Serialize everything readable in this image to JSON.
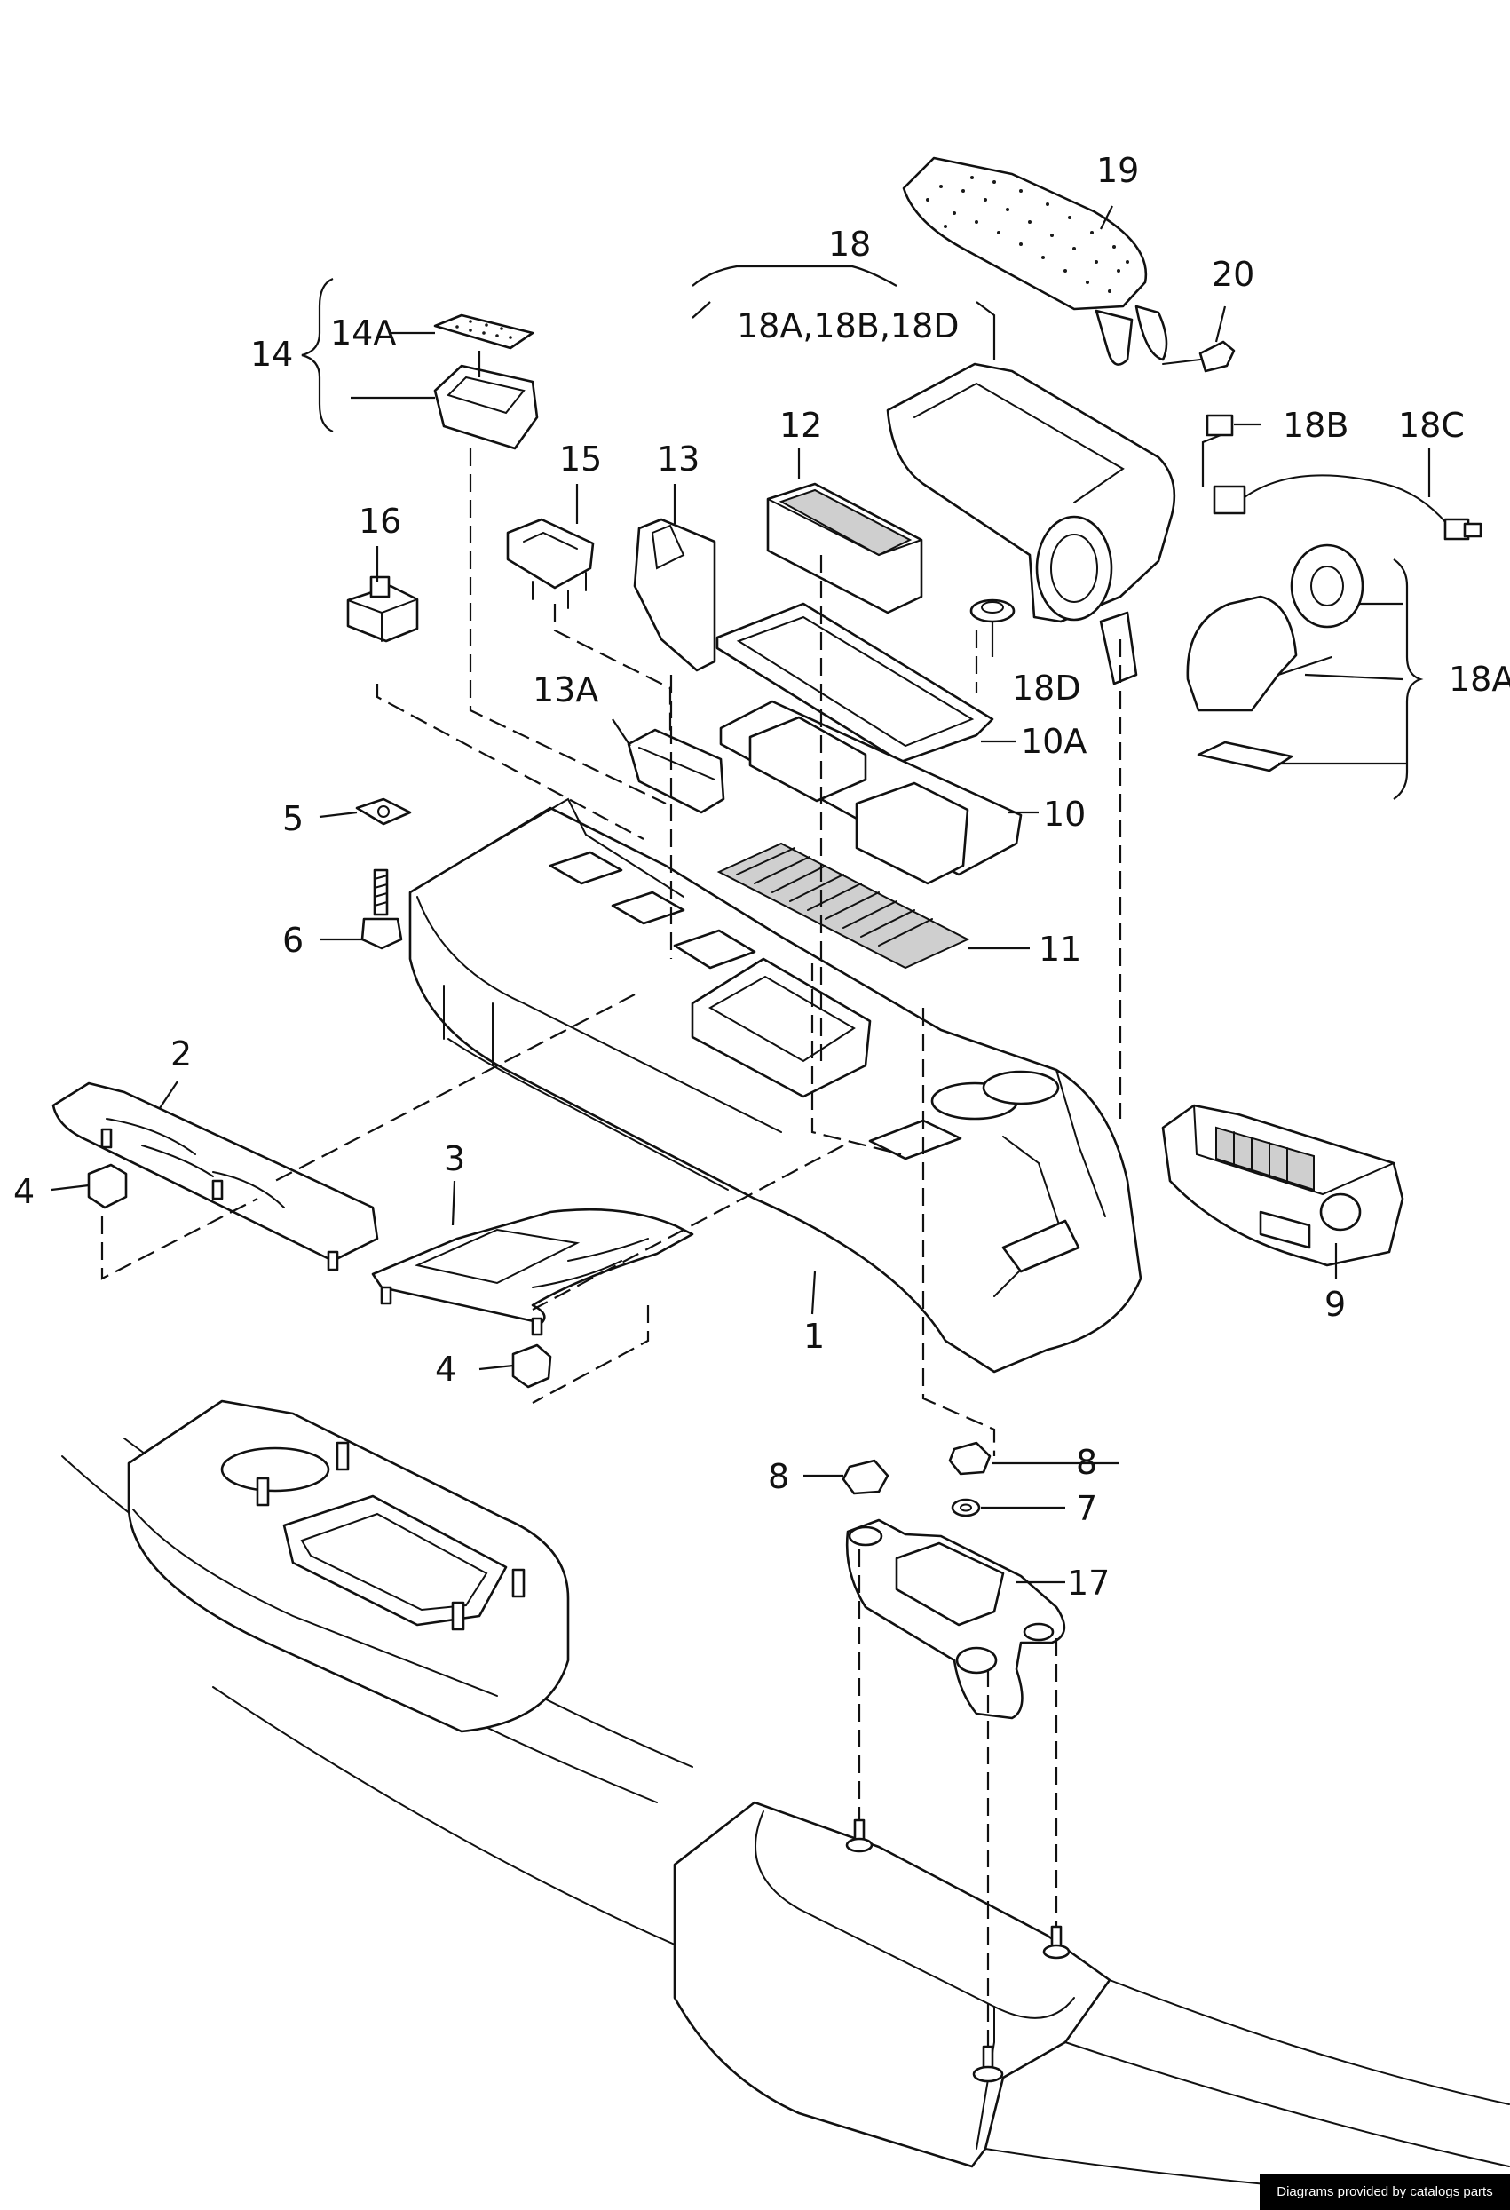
{
  "callouts": [
    {
      "id": "19",
      "text": "19"
    },
    {
      "id": "18",
      "text": "18"
    },
    {
      "id": "18sub",
      "text": "18A,18B,18D"
    },
    {
      "id": "20",
      "text": "20"
    },
    {
      "id": "18B",
      "text": "18B"
    },
    {
      "id": "18C",
      "text": "18C"
    },
    {
      "id": "14",
      "text": "14"
    },
    {
      "id": "14A",
      "text": "14A"
    },
    {
      "id": "12",
      "text": "12"
    },
    {
      "id": "15",
      "text": "15"
    },
    {
      "id": "13",
      "text": "13"
    },
    {
      "id": "16",
      "text": "16"
    },
    {
      "id": "18D",
      "text": "18D"
    },
    {
      "id": "18A",
      "text": "18A"
    },
    {
      "id": "13A",
      "text": "13A"
    },
    {
      "id": "10A",
      "text": "10A"
    },
    {
      "id": "5",
      "text": "5"
    },
    {
      "id": "10",
      "text": "10"
    },
    {
      "id": "6",
      "text": "6"
    },
    {
      "id": "11",
      "text": "11"
    },
    {
      "id": "2",
      "text": "2"
    },
    {
      "id": "3",
      "text": "3"
    },
    {
      "id": "4a",
      "text": "4"
    },
    {
      "id": "9",
      "text": "9"
    },
    {
      "id": "1",
      "text": "1"
    },
    {
      "id": "4b",
      "text": "4"
    },
    {
      "id": "8a",
      "text": "8"
    },
    {
      "id": "8b",
      "text": "8"
    },
    {
      "id": "7",
      "text": "7"
    },
    {
      "id": "17",
      "text": "17"
    }
  ],
  "footer": {
    "credit": "Diagrams provided by catalogs parts"
  }
}
